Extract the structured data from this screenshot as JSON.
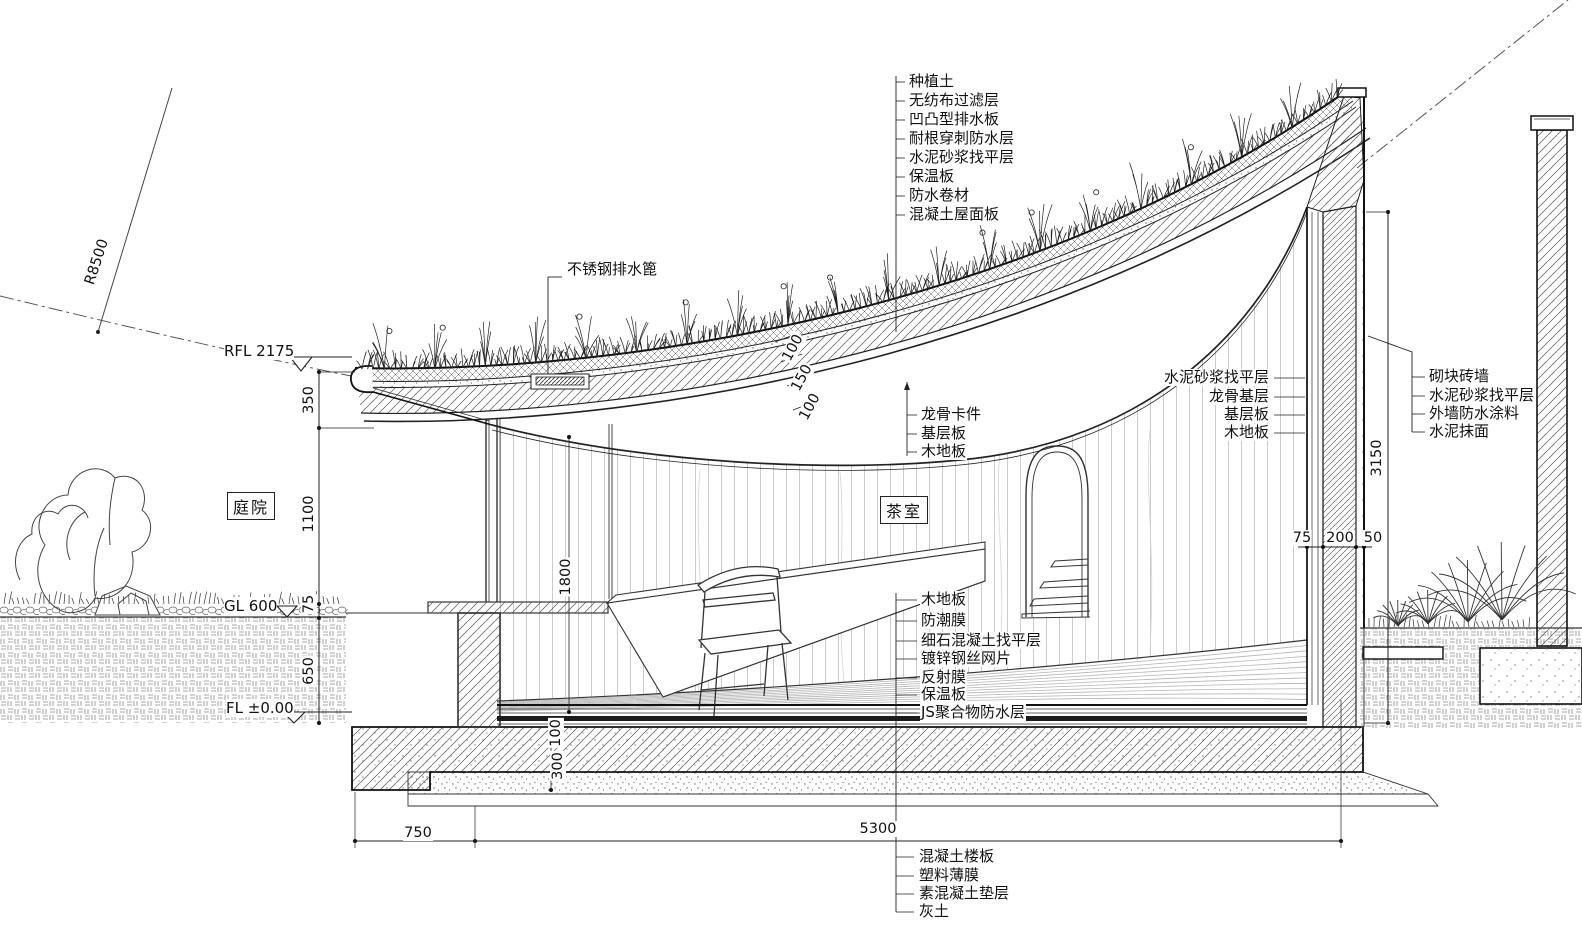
{
  "drawing": {
    "radius_label": "R8500",
    "rooms": {
      "courtyard": "庭院",
      "tea_room": "茶室"
    },
    "levels": {
      "roof": "RFL 2175",
      "ground": "GL 600",
      "floor": "FL ±0.00"
    },
    "drain_label": "不锈钢排水篦",
    "roof_layers": [
      "种植土",
      "无纺布过滤层",
      "凹凸型排水板",
      "耐根穿刺防水层",
      "水泥砂浆找平层",
      "保温板",
      "防水卷材",
      "混凝土屋面板"
    ],
    "ceiling_layers": [
      "龙骨卡件",
      "基层板",
      "木地板"
    ],
    "wall_inner_layers": [
      "水泥砂浆找平层",
      "龙骨基层",
      "基层板",
      "木地板"
    ],
    "wall_outer_layers": [
      "砌块砖墙",
      "水泥砂浆找平层",
      "外墙防水涂料",
      "水泥抹面"
    ],
    "floor_layers": [
      "木地板",
      "防潮膜",
      "细石混凝土找平层",
      "镀锌钢丝网片",
      "反射膜",
      "保温板",
      "JS聚合物防水层"
    ],
    "foundation_layers": [
      "混凝土楼板",
      "塑料薄膜",
      "素混凝土垫层",
      "灰土"
    ],
    "dims": {
      "left_chain": [
        "350",
        "1100",
        "75",
        "650"
      ],
      "roof_thickness": [
        "100",
        "150",
        "100"
      ],
      "interior_height": "1800",
      "floor_slab": "100",
      "foundation_depth": "300",
      "bottom_chain": [
        "750",
        "5300"
      ],
      "wall_height": "3150",
      "wall_chain": [
        "75",
        "200",
        "50"
      ]
    },
    "line_color": "#2a2a2a"
  }
}
